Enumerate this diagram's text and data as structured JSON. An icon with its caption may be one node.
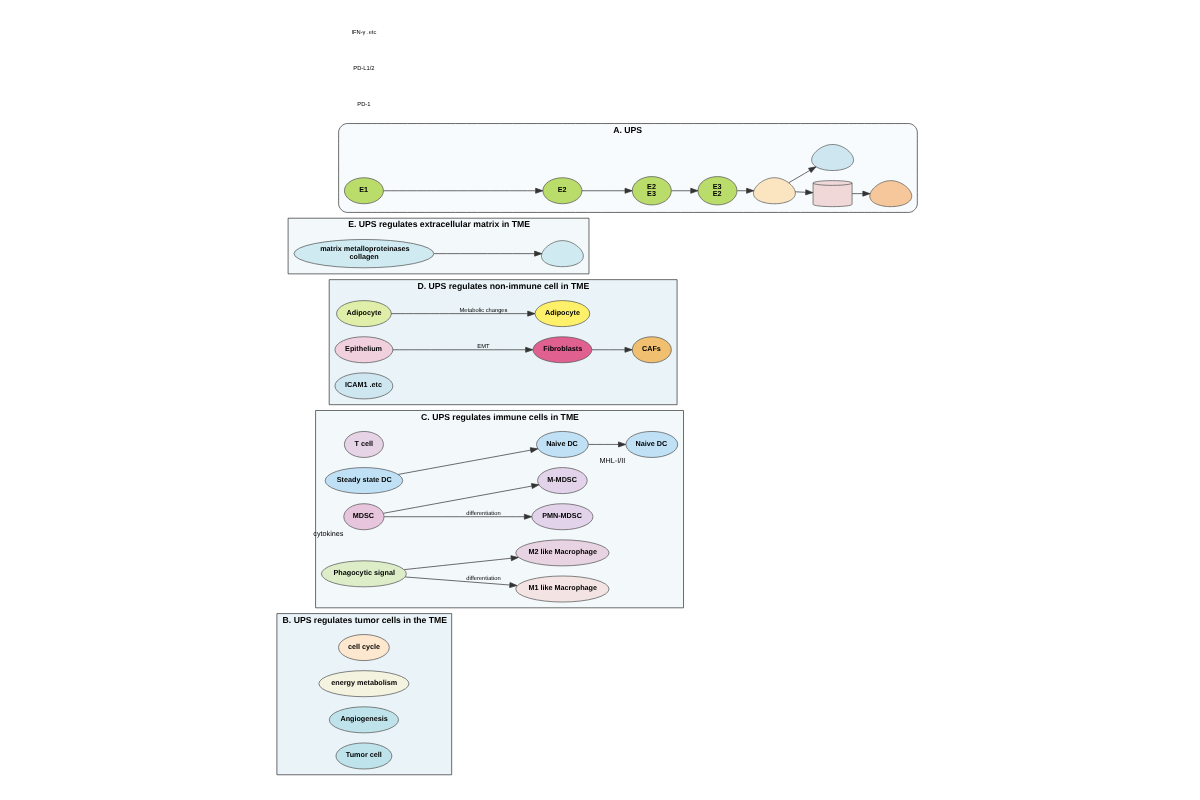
{
  "diagram": {
    "nodes": [
      {
        "text": [
          "B. UPS regulates tumor cells in the TME"
        ]
      },
      {
        "text": [
          "cell cycle"
        ],
        "in": 0
      },
      {
        "text": [
          "energy metabolism"
        ],
        "in": 0
      },
      {
        "text": [
          "Angiogenesis"
        ],
        "in": 0
      },
      {
        "text": [
          "Tumor cell"
        ],
        "in": 0
      },
      {
        "text": [
          "C. UPS regulates immune cells in TME"
        ]
      },
      {
        "text": [
          "T cell"
        ],
        "in": 5
      },
      {
        "text": [
          "Steady state DC"
        ],
        "in": 5
      },
      {
        "text": [
          "Naive DC"
        ],
        "in": 5
      },
      {
        "text": [
          "Naive DC"
        ],
        "in": 5,
        "beside": [
          "MHL-I/II"
        ]
      },
      {
        "text": [
          "MDSC"
        ],
        "in": 5,
        "beside": [
          "cytokines"
        ]
      },
      {
        "text": [
          "PMN-MDSC"
        ],
        "in": 5
      },
      {
        "text": [
          "M-MDSC"
        ],
        "in": 5
      },
      {
        "text": [
          "Phagocytic signal"
        ],
        "in": 5
      },
      {
        "text": [
          "M1 like Macrophage"
        ],
        "in": 5
      },
      {
        "text": [
          "M2 like Macrophage"
        ],
        "in": 5
      },
      {
        "text": [
          "D. UPS regulates non-immune cell in TME"
        ]
      },
      {
        "text": [
          "Adipocyte"
        ],
        "in": 16
      },
      {
        "text": [
          "Adipocyte"
        ],
        "in": 16
      },
      {
        "text": [
          "Epithelium"
        ],
        "in": 16
      },
      {
        "text": [
          "Fibroblasts"
        ],
        "in": 16
      },
      {
        "text": [
          "CAFs"
        ],
        "in": 16
      },
      {
        "text": [
          "ICAM1 .etc"
        ],
        "in": 16
      },
      {
        "text": [
          "E. UPS regulates extracellular matrix in TME"
        ]
      },
      {
        "text": [
          "matrix metalloproteinases",
          "collagen"
        ],
        "in": 23
      },
      {
        "text": [],
        "shape": "picture",
        "in": 23
      },
      {
        "text": [
          "A. UPS"
        ]
      },
      {
        "text": [
          "E1"
        ],
        "in": 26
      },
      {
        "text": [
          "E2"
        ],
        "in": 26
      },
      {
        "text": [
          "E2",
          "E3"
        ],
        "in": 26
      },
      {
        "text": [
          "E3",
          "E2"
        ],
        "in": 26
      },
      {
        "text": [],
        "shape": "picture",
        "in": 26
      },
      {
        "text": [],
        "shape": "cylinder",
        "in": 26
      },
      {
        "text": [],
        "shape": "picture",
        "in": 26
      },
      {
        "text": [],
        "shape": "picture",
        "in": 26
      }
    ],
    "edges": [
      {
        "from": 7,
        "to": 8,
        "arrow": "to"
      },
      {
        "from": 8,
        "to": 9,
        "arrow": "to"
      },
      {
        "from": 10,
        "to": 11,
        "arrow": "to",
        "label": "differentiation"
      },
      {
        "from": 10,
        "to": 12,
        "arrow": "to"
      },
      {
        "from": 13,
        "to": 14,
        "arrow": "to",
        "label": "differentiation"
      },
      {
        "from": 13,
        "to": 15,
        "arrow": "to"
      },
      {
        "from": 17,
        "to": 18,
        "arrow": "to",
        "label": "Metabolic changes"
      },
      {
        "from": 19,
        "to": 20,
        "arrow": "to",
        "label": "EMT"
      },
      {
        "from": 20,
        "to": 21,
        "arrow": "to"
      },
      {
        "from": 24,
        "to": 25,
        "arrow": "to"
      },
      {
        "from": 27,
        "to": 28,
        "arrow": "to"
      },
      {
        "from": 28,
        "to": 29,
        "arrow": "to"
      },
      {
        "from": 29,
        "to": 30,
        "arrow": "to"
      },
      {
        "from": 30,
        "to": 31,
        "arrow": "to"
      },
      {
        "from": 31,
        "to": 32,
        "arrow": "to"
      },
      {
        "from": 31,
        "to": 34,
        "arrow": "to"
      },
      {
        "from": 32,
        "to": 33,
        "arrow": "to"
      }
    ],
    "labels": [
      "PD-1",
      "PD-L1/2",
      "IFN-γ .etc"
    ]
  }
}
